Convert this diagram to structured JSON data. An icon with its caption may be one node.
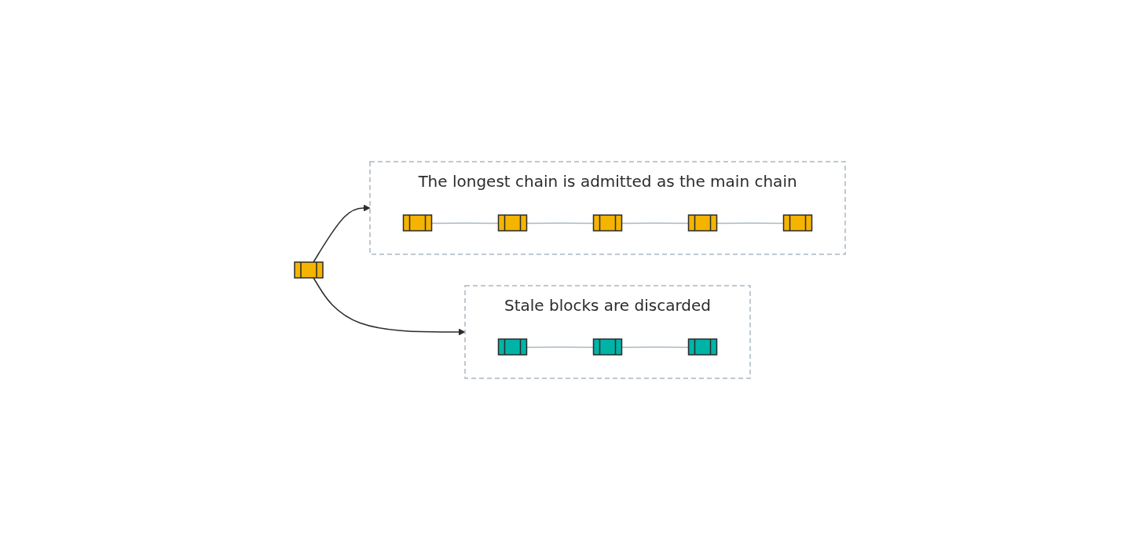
{
  "diagram": {
    "nodes": [
      {
        "text": [],
        "shape": "cube"
      },
      {
        "text": [
          "The longest chain is admitted as the main chain"
        ]
      },
      {
        "text": [],
        "shape": "cube",
        "in": 1
      },
      {
        "text": [],
        "shape": "cube",
        "in": 1
      },
      {
        "text": [],
        "shape": "cube",
        "in": 1
      },
      {
        "text": [],
        "shape": "cube",
        "in": 1
      },
      {
        "text": [],
        "shape": "cube",
        "in": 1
      },
      {
        "text": [
          "Stale blocks are discarded"
        ]
      },
      {
        "text": [],
        "shape": "cube",
        "in": 7
      },
      {
        "text": [],
        "shape": "cube",
        "in": 7
      },
      {
        "text": [],
        "shape": "cube",
        "in": 7
      }
    ],
    "edges": [
      {
        "from": 0,
        "to": 1,
        "arrow": "to",
        "color": "#2b2b2b"
      },
      {
        "from": 0,
        "to": 7,
        "arrow": "to",
        "color": "#2b2b2b"
      },
      {
        "from": 2,
        "to": 3,
        "arrow": "none"
      },
      {
        "from": 3,
        "to": 4,
        "arrow": "none"
      },
      {
        "from": 4,
        "to": 5,
        "arrow": "none"
      },
      {
        "from": 5,
        "to": 6,
        "arrow": "none"
      },
      {
        "from": 8,
        "to": 9,
        "arrow": "none"
      },
      {
        "from": 9,
        "to": 10,
        "arrow": "none"
      }
    ]
  }
}
